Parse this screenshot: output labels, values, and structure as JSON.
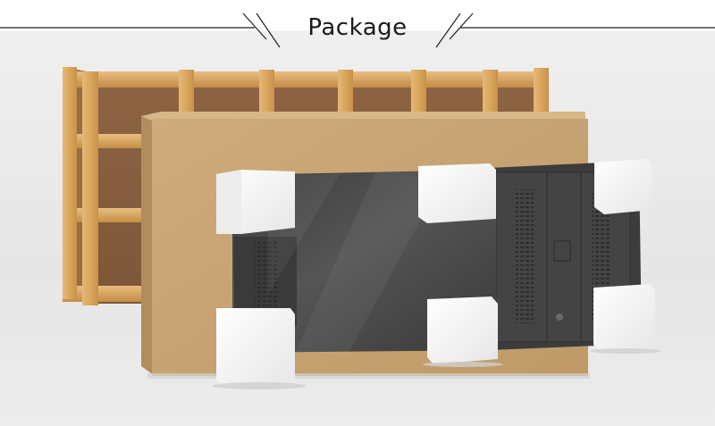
{
  "header": {
    "title": "Package"
  },
  "scene": {
    "items": [
      {
        "name": "wooden-crate"
      },
      {
        "name": "cardboard-box"
      },
      {
        "name": "display-panel"
      },
      {
        "name": "foam-corner-protectors"
      }
    ],
    "colors": {
      "wood": "#dcaa62",
      "wood_dark": "#b98640",
      "crate_fill": "#8a6040",
      "cardboard": "#c8a474",
      "cardboard_side": "#b39062",
      "panel": "#4a4a4a",
      "foam": "#f7f7f7"
    }
  }
}
